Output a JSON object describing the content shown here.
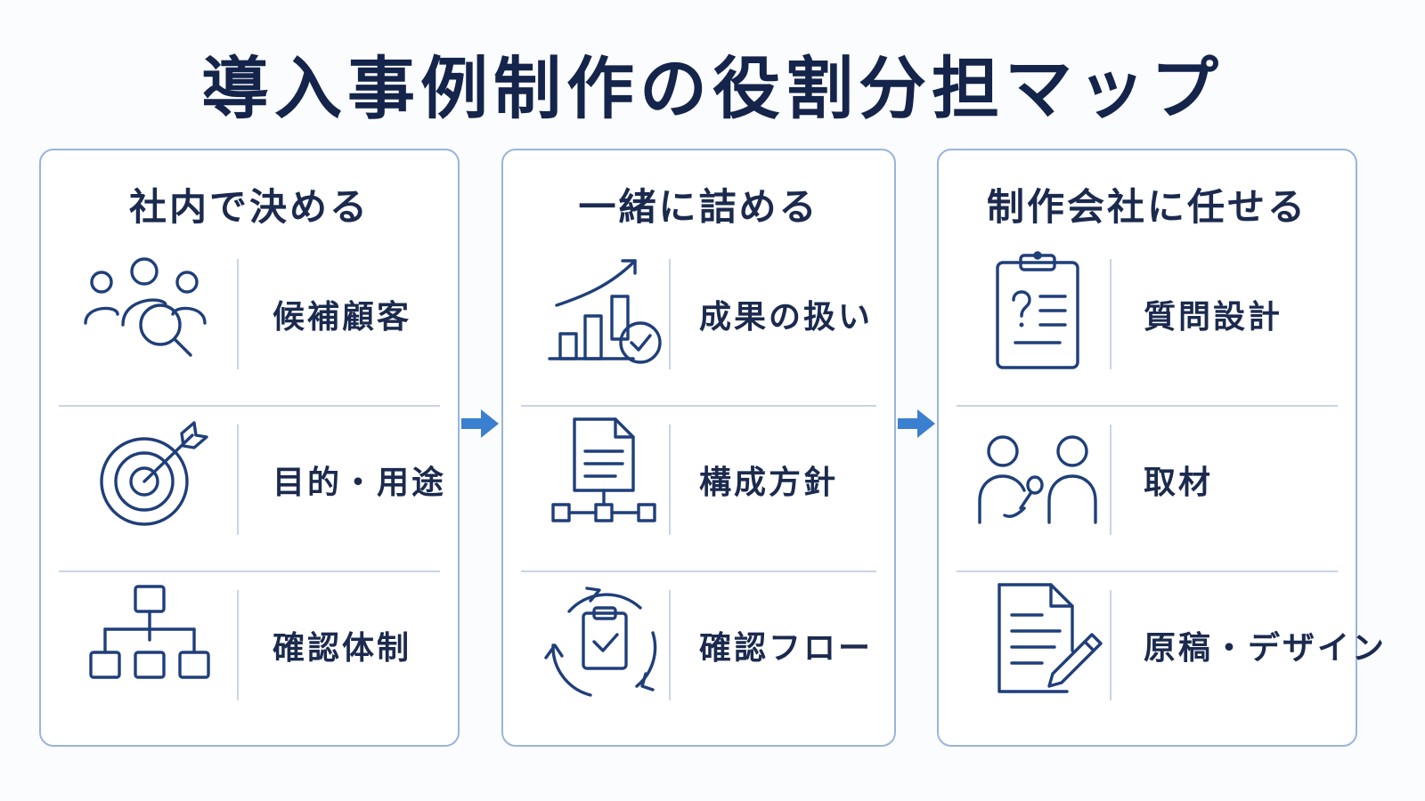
{
  "title": "導入事例制作の役割分担マップ",
  "colors": {
    "accent": "#3b7fd0",
    "icon": "#1f3f7a",
    "border": "#9ab4dc",
    "text": "#1b2a4e"
  },
  "columns": [
    {
      "heading": "社内で決める",
      "items": [
        {
          "label": "候補顧客",
          "icon": "people-search-icon"
        },
        {
          "label": "目的・用途",
          "icon": "target-arrow-icon"
        },
        {
          "label": "確認体制",
          "icon": "org-chart-icon"
        }
      ]
    },
    {
      "heading": "一緒に詰める",
      "items": [
        {
          "label": "成果の扱い",
          "icon": "growth-chart-check-icon"
        },
        {
          "label": "構成方針",
          "icon": "document-structure-icon"
        },
        {
          "label": "確認フロー",
          "icon": "clipboard-cycle-icon"
        }
      ]
    },
    {
      "heading": "制作会社に任せる",
      "items": [
        {
          "label": "質問設計",
          "icon": "question-clipboard-icon"
        },
        {
          "label": "取材",
          "icon": "interview-icon"
        },
        {
          "label": "原稿・デザイン",
          "icon": "document-pen-icon"
        }
      ]
    }
  ]
}
